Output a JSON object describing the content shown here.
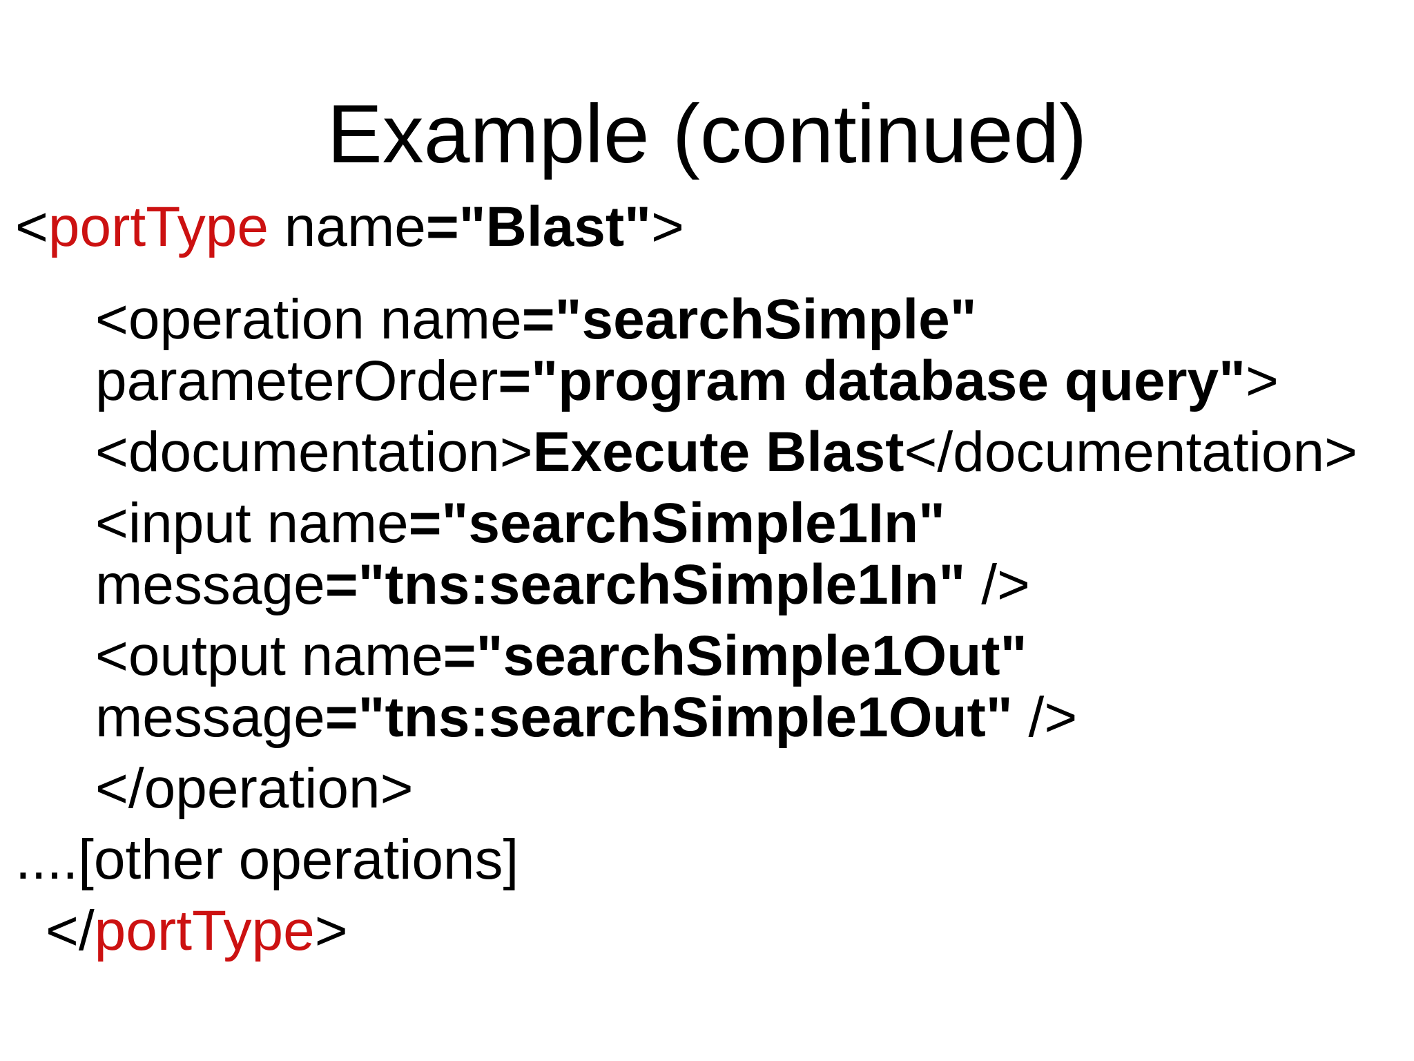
{
  "slide": {
    "title": "Example (continued)",
    "colors": {
      "background": "#ffffff",
      "text": "#000000",
      "keyword_red": "#cc1111"
    },
    "code": {
      "language": "WSDL/XML",
      "paragraphs": [
        {
          "first": true,
          "lines": [
            {
              "indent": 0,
              "segments": [
                {
                  "text": "<",
                  "style": "plain"
                },
                {
                  "text": "portType",
                  "style": "keyword"
                },
                {
                  "text": " name",
                  "style": "plain"
                },
                {
                  "text": "=\"Blast\"",
                  "style": "bold"
                },
                {
                  "text": ">",
                  "style": "plain"
                }
              ]
            }
          ]
        },
        {
          "lines": [
            {
              "indent": 1,
              "segments": [
                {
                  "text": "<operation name",
                  "style": "plain"
                },
                {
                  "text": "=\"searchSimple\"",
                  "style": "bold"
                }
              ]
            },
            {
              "indent": 1,
              "segments": [
                {
                  "text": "parameterOrder",
                  "style": "plain"
                },
                {
                  "text": "=\"program database query\"",
                  "style": "bold"
                },
                {
                  "text": ">",
                  "style": "plain"
                }
              ]
            }
          ]
        },
        {
          "lines": [
            {
              "indent": 1,
              "segments": [
                {
                  "text": "<documentation>",
                  "style": "plain"
                },
                {
                  "text": "Execute Blast",
                  "style": "bold"
                },
                {
                  "text": "</documentation>",
                  "style": "plain"
                }
              ]
            }
          ]
        },
        {
          "lines": [
            {
              "indent": 1,
              "segments": [
                {
                  "text": "<input name",
                  "style": "plain"
                },
                {
                  "text": "=\"searchSimple1In\"",
                  "style": "bold"
                }
              ]
            },
            {
              "indent": 1,
              "segments": [
                {
                  "text": "message",
                  "style": "plain"
                },
                {
                  "text": "=\"tns:searchSimple1In\"",
                  "style": "bold"
                },
                {
                  "text": " />",
                  "style": "plain"
                }
              ]
            }
          ]
        },
        {
          "lines": [
            {
              "indent": 1,
              "segments": [
                {
                  "text": "<output name",
                  "style": "plain"
                },
                {
                  "text": "=\"searchSimple1Out\"",
                  "style": "bold"
                }
              ]
            },
            {
              "indent": 1,
              "segments": [
                {
                  "text": "message",
                  "style": "plain"
                },
                {
                  "text": "=\"tns:searchSimple1Out\"",
                  "style": "bold"
                },
                {
                  "text": " />",
                  "style": "plain"
                }
              ]
            }
          ]
        },
        {
          "lines": [
            {
              "indent": 1,
              "segments": [
                {
                  "text": "</operation>",
                  "style": "plain"
                }
              ]
            }
          ]
        },
        {
          "lines": [
            {
              "indent": 2,
              "segments": [
                {
                  "text": "....[other operations]",
                  "style": "plain"
                }
              ]
            }
          ]
        },
        {
          "lines": [
            {
              "indent": 3,
              "segments": [
                {
                  "text": "</",
                  "style": "plain"
                },
                {
                  "text": "portType",
                  "style": "keyword"
                },
                {
                  "text": ">",
                  "style": "plain"
                }
              ]
            }
          ]
        }
      ]
    }
  }
}
